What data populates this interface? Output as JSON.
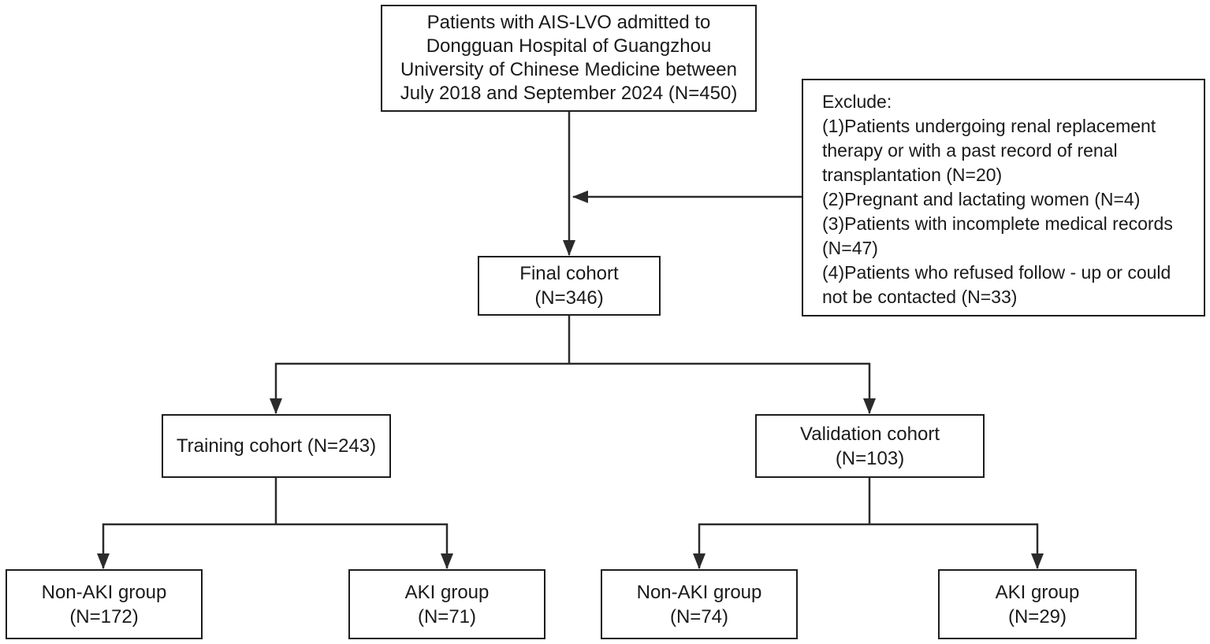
{
  "figure": {
    "type": "patient-flow-diagram",
    "colors": {
      "background": "#ffffff",
      "box_border": "#1d1d1f",
      "connector": "#2b2b2b",
      "text": "#1a1a1a"
    },
    "nodes": {
      "source": {
        "lines": [
          "Patients with AIS-LVO admitted to",
          "Dongguan Hospital of Guangzhou",
          "University of Chinese Medicine between",
          "July 2018 and September 2024 (N=450)"
        ]
      },
      "exclude": {
        "lines": [
          "Exclude:",
          "(1)Patients undergoing renal replacement",
          "therapy or with a past record of renal",
          "transplantation (N=20)",
          "(2)Pregnant and lactating women (N=4)",
          "(3)Patients with incomplete medical records",
          "(N=47)",
          "(4)Patients who refused follow - up or could",
          "not be contacted (N=33)"
        ]
      },
      "final_cohort": {
        "lines": [
          "Final cohort",
          "(N=346)"
        ]
      },
      "training_cohort": {
        "lines": [
          "Training cohort (N=243)"
        ]
      },
      "validation_cohort": {
        "lines": [
          "Validation cohort",
          "(N=103)"
        ]
      },
      "training_non_aki": {
        "lines": [
          "Non-AKI group",
          "(N=172)"
        ]
      },
      "training_aki": {
        "lines": [
          "AKI group",
          "(N=71)"
        ]
      },
      "validation_non_aki": {
        "lines": [
          "Non-AKI group",
          "(N=74)"
        ]
      },
      "validation_aki": {
        "lines": [
          "AKI group",
          "(N=29)"
        ]
      }
    }
  }
}
